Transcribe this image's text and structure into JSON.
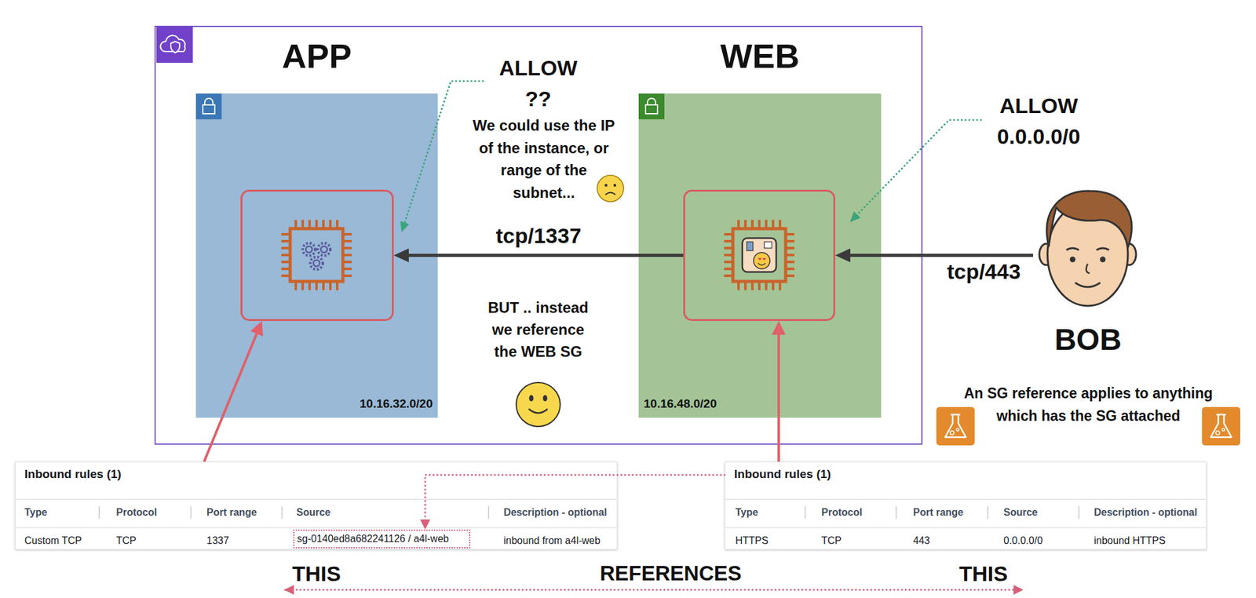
{
  "diagram": {
    "nodes": [
      {
        "text": []
      },
      {
        "text": [
          "APP",
          "10.16.32.0/20"
        ],
        "in": 0
      },
      {
        "text": [],
        "in": 1
      },
      {
        "text": [
          "WEB",
          "10.16.48.0/20"
        ],
        "in": 0
      },
      {
        "text": [],
        "in": 3
      },
      {
        "text": [
          "BOB"
        ]
      },
      {
        "text": [
          "Inbound rules (1)",
          "Type",
          "Protocol",
          "Port range",
          "Source",
          "Description - optional",
          "Custom TCP",
          "TCP",
          "1337",
          "inbound from a4l-web"
        ]
      },
      {
        "text": [
          "sg-0140ed8a682241126 / a4l-web"
        ],
        "in": 6
      },
      {
        "text": [
          "Inbound rules (1)",
          "Type",
          "Protocol",
          "Port range",
          "Source",
          "Description - optional",
          "HTTPS",
          "TCP",
          "443",
          "0.0.0.0/0",
          "inbound HTTPS"
        ]
      }
    ],
    "edges": [
      {
        "from": 5,
        "to": 4,
        "arrow": "to",
        "label": "tcp/443"
      },
      {
        "from": 4,
        "to": 2,
        "arrow": "to",
        "label": "tcp/1337"
      },
      {
        "from": 6,
        "to": 2,
        "arrow": "to"
      },
      {
        "from": 8,
        "to": 4,
        "arrow": "to"
      },
      {
        "from": 8,
        "to": 7,
        "arrow": "to"
      }
    ],
    "labels": [
      "ALLOW ??",
      "We could use the IP of the instance, or range of the subnet...",
      "BUT .. instead we reference the WEB SG",
      "ALLOW 0.0.0.0/0",
      "An SG reference applies to anything which has the SG attached",
      "THIS",
      "REFERENCES",
      "THIS"
    ]
  }
}
